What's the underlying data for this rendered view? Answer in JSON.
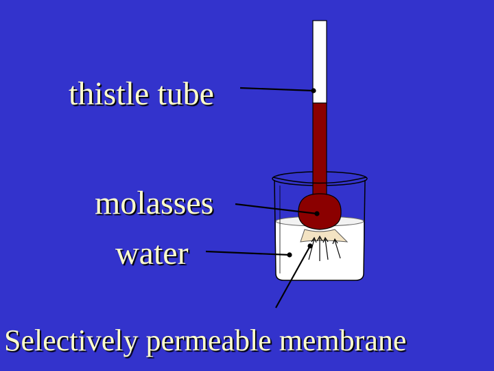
{
  "labels": {
    "thistle_tube": "thistle tube",
    "molasses": "molasses",
    "water": "water",
    "membrane": "Selectively permeable membrane"
  },
  "colors": {
    "background": "#3333cc",
    "label_text": "#ffffcc",
    "molasses": "#8b0000",
    "water": "#ffffff",
    "tube": "#ffffff"
  }
}
